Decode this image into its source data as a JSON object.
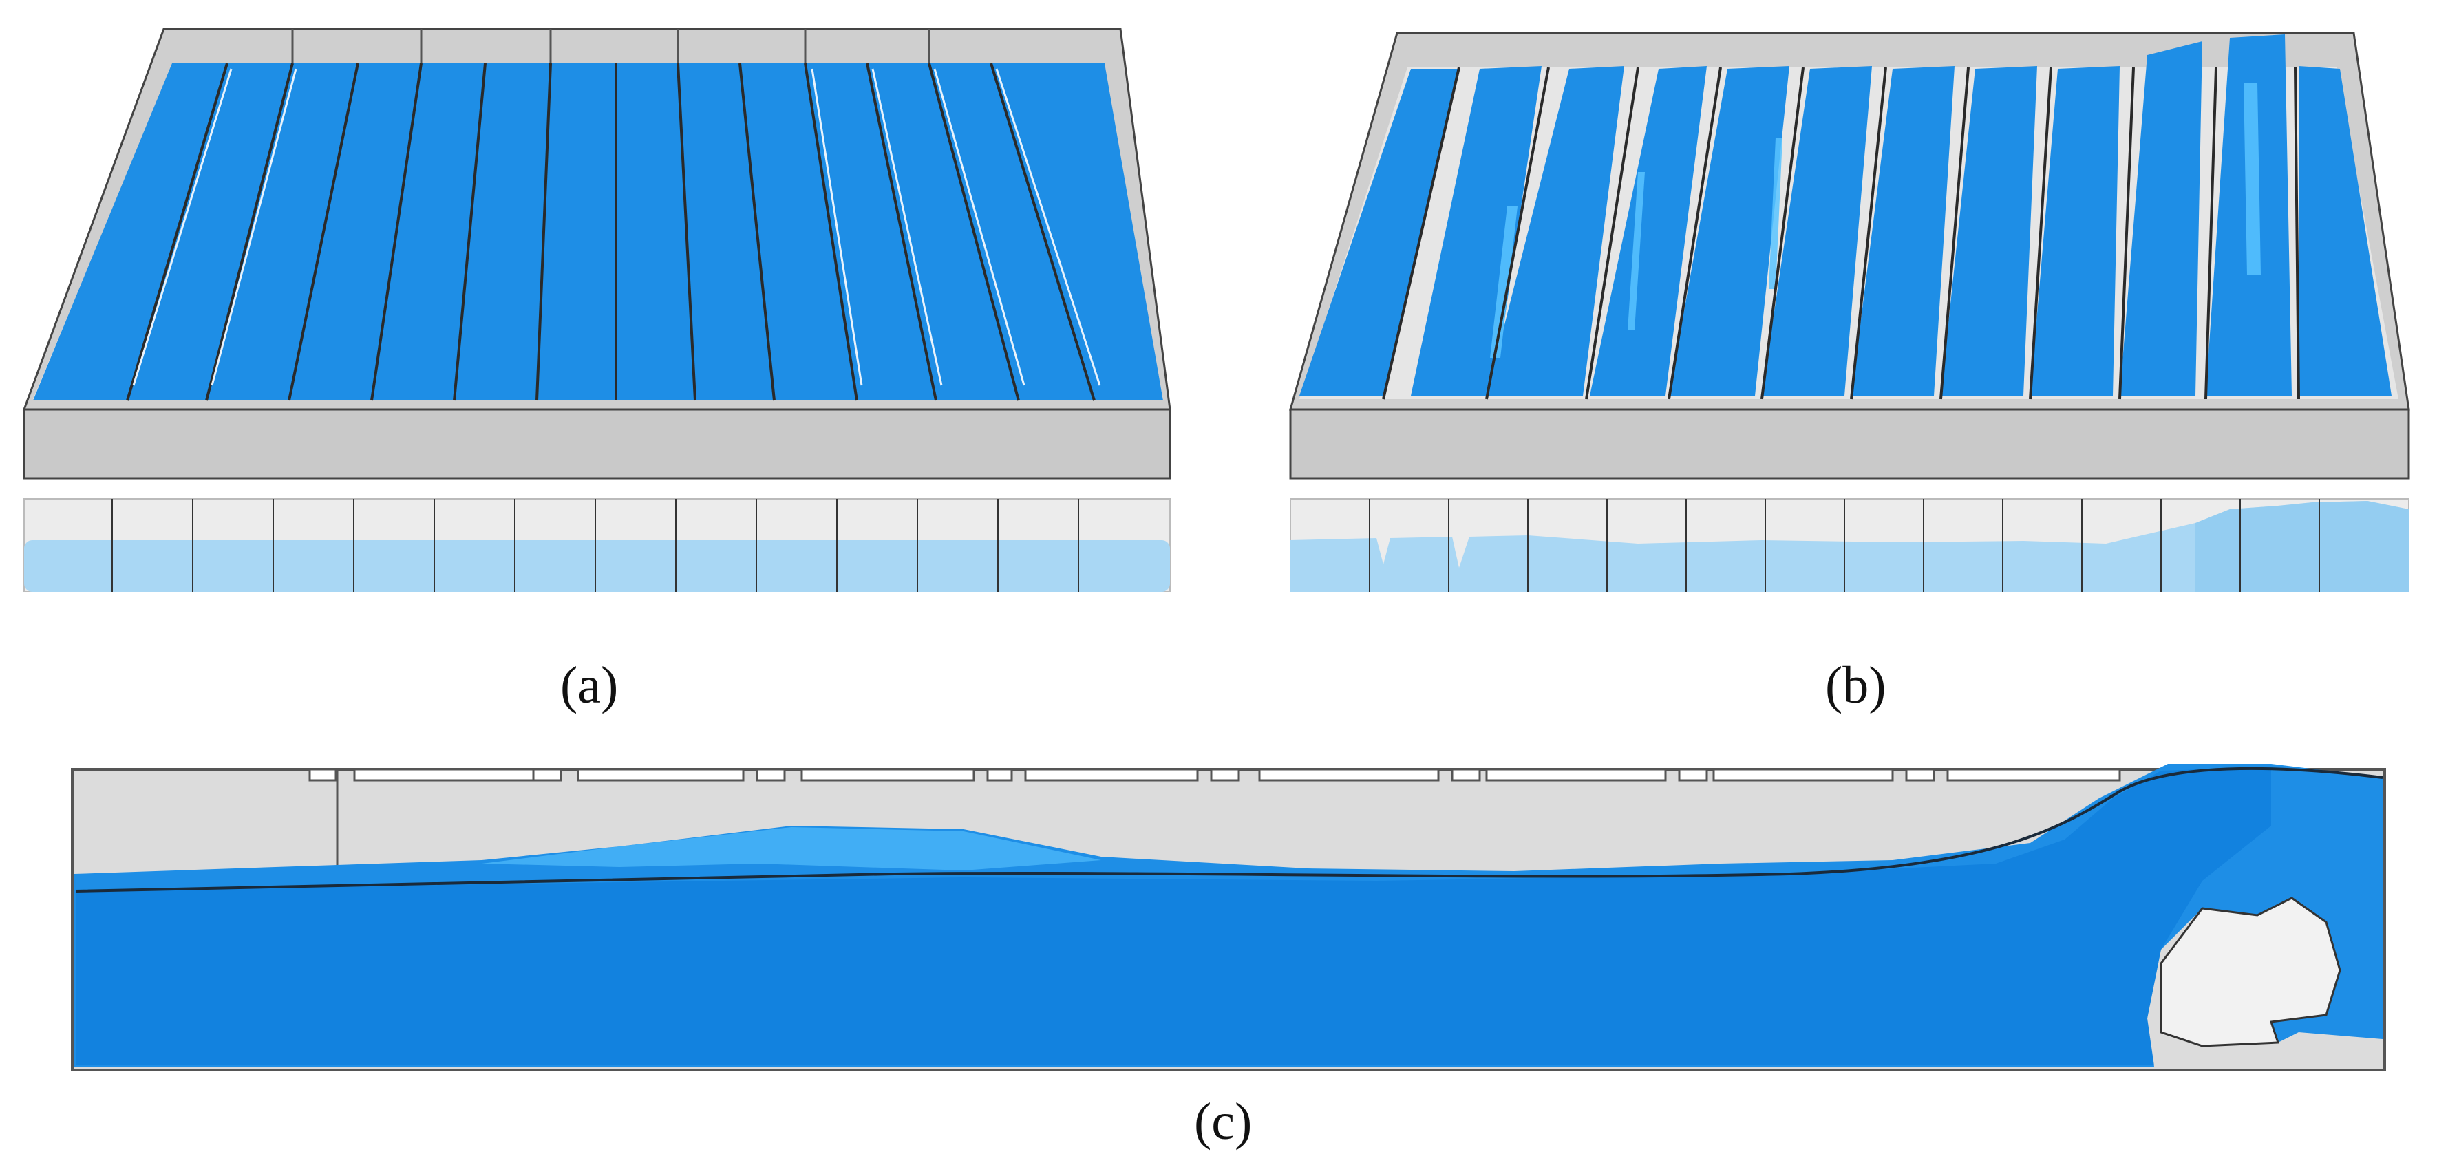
{
  "figure": {
    "panels": [
      {
        "id": "a",
        "caption": "(a)"
      },
      {
        "id": "b",
        "caption": "(b)"
      },
      {
        "id": "c",
        "caption": "(c)"
      }
    ]
  },
  "colors": {
    "fluid": "#1e8ee6",
    "fluid_dark": "#0a78d8",
    "fluid_light": "#58c3ff",
    "fluid_side": "#a9d7f4",
    "tank_wall": "#c9c9c9",
    "tank_floor": "#e2e2e2",
    "outline": "#333333"
  },
  "icons": []
}
